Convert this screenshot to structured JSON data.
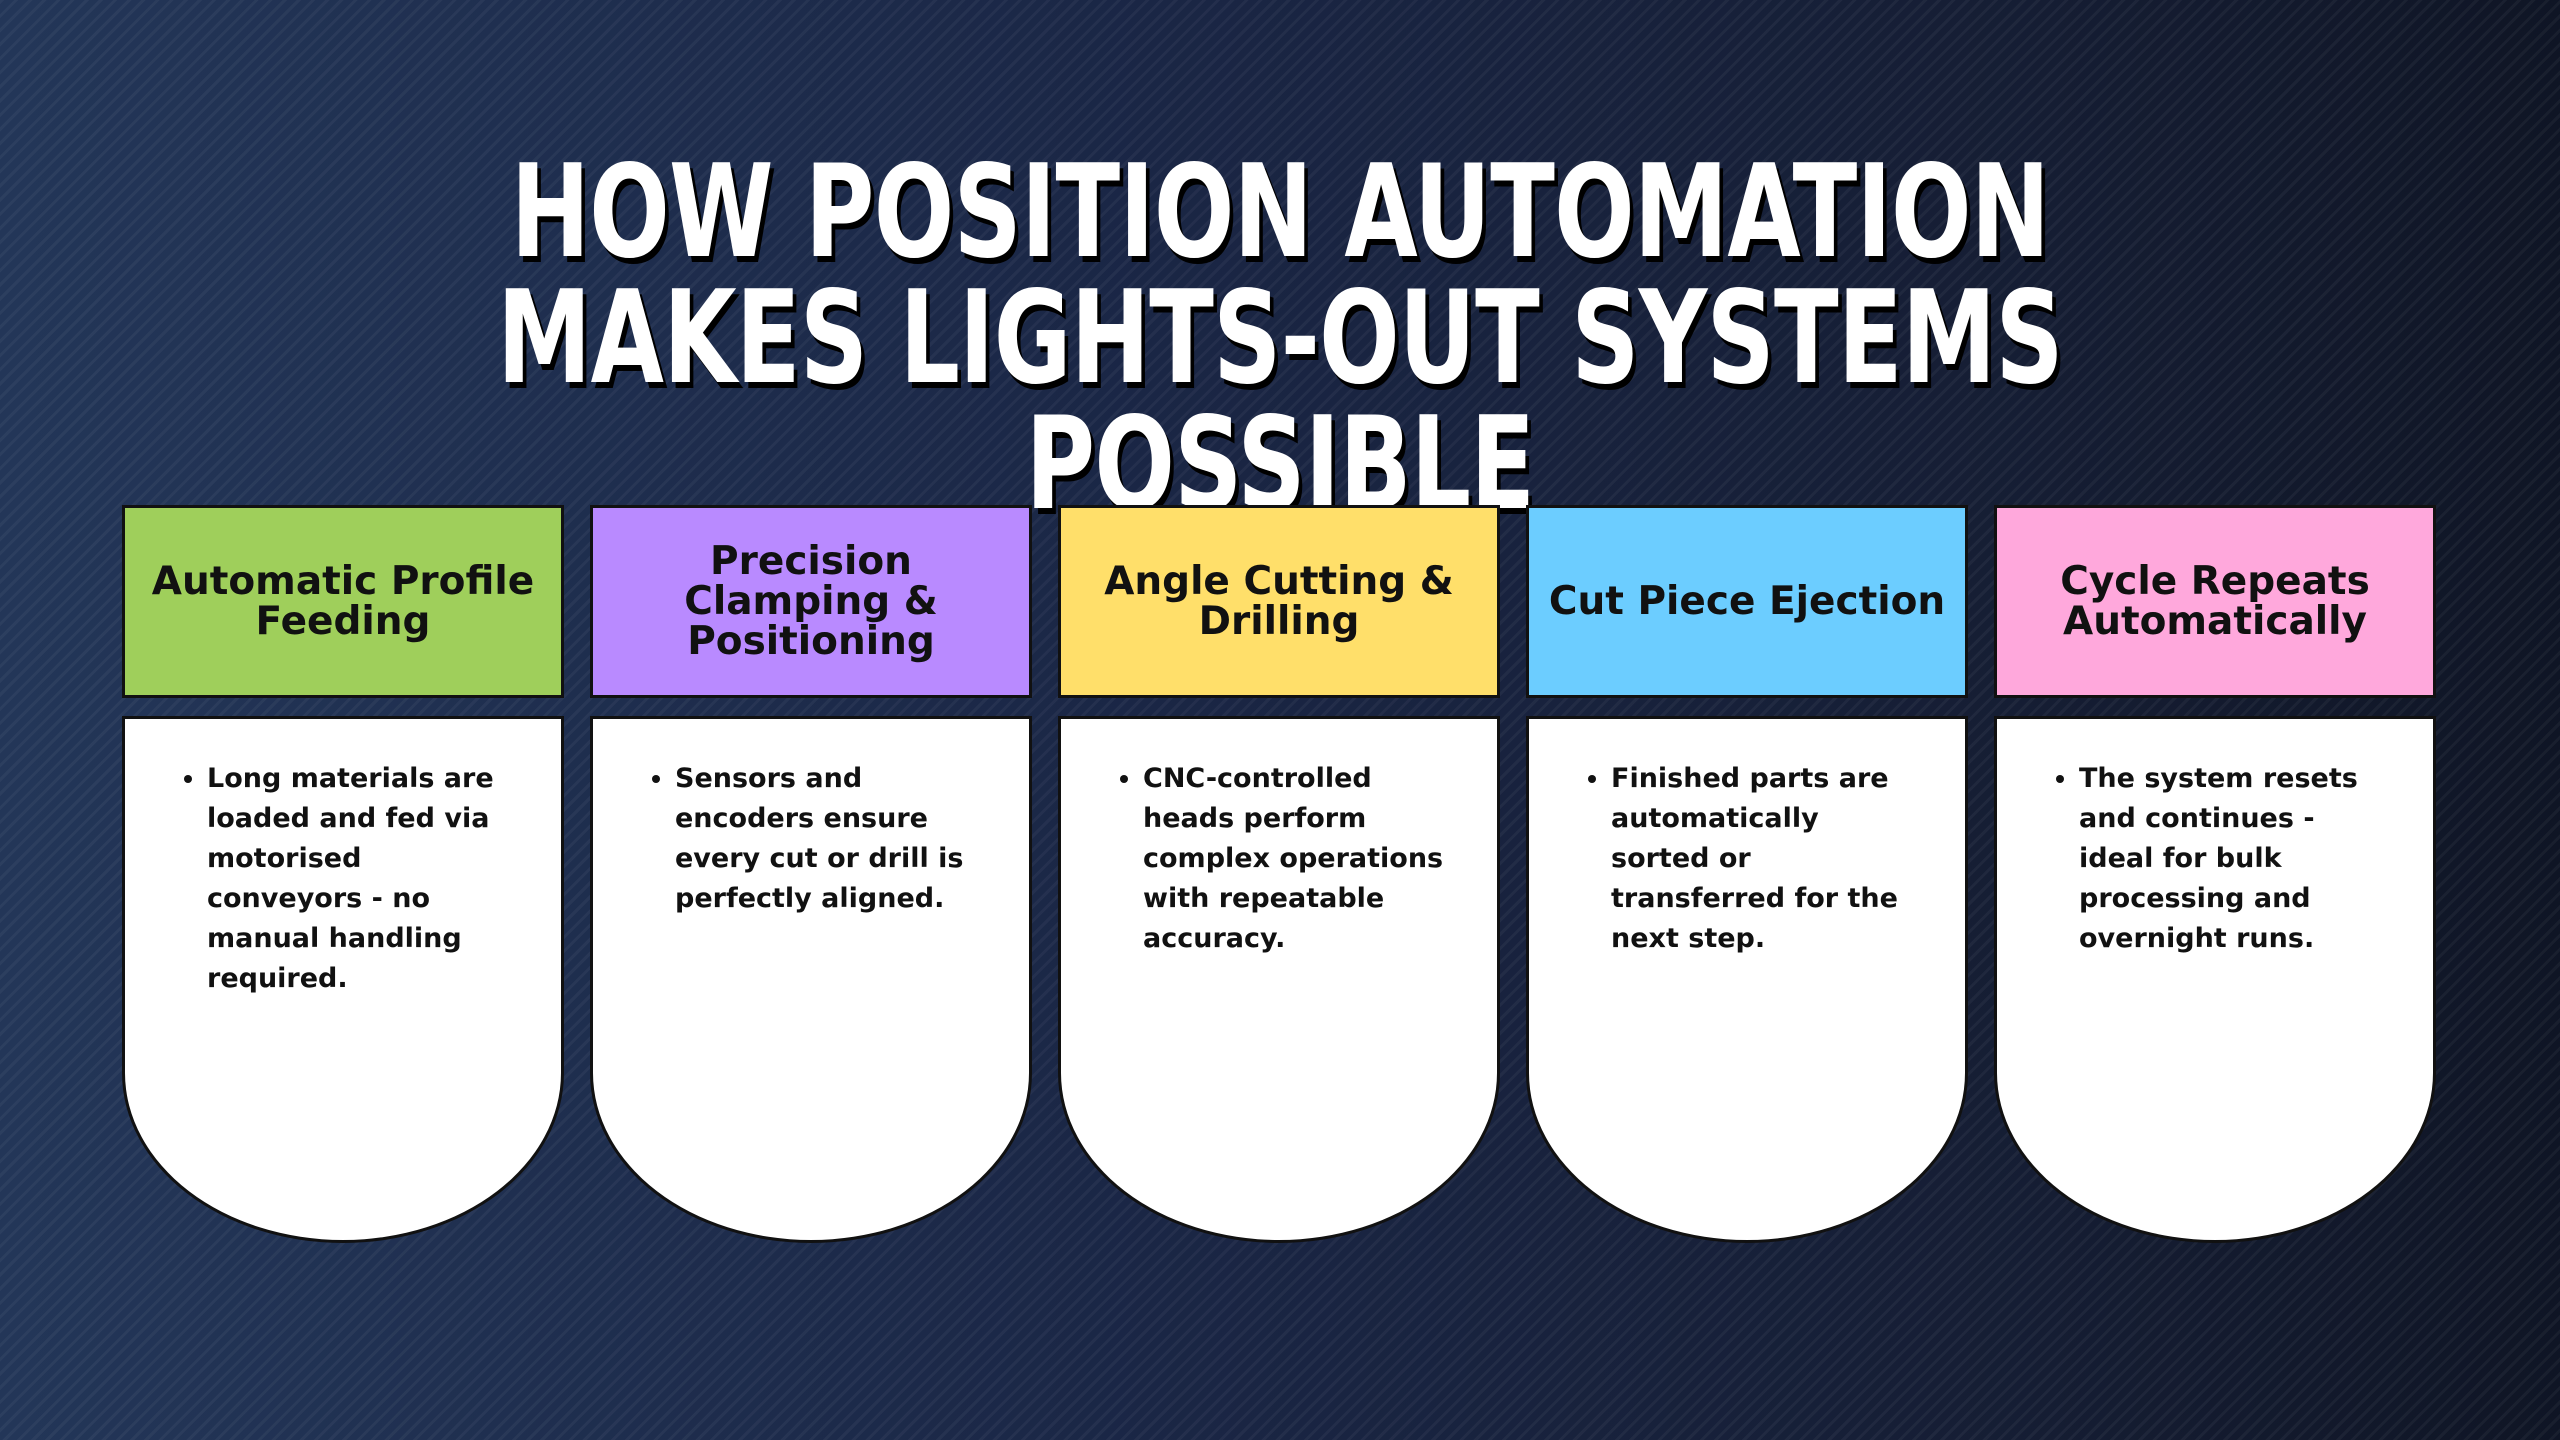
{
  "title": "HOW POSITION AUTOMATION MAKES LIGHTS-OUT SYSTEMS POSSIBLE",
  "colors": {
    "background": "#18213a",
    "title_text": "#ffffff",
    "card_body": "#ffffff",
    "card_border": "#111111"
  },
  "cards": [
    {
      "heading": "Automatic Profile Feeding",
      "color": "#9fcf5b",
      "bullet": "Long materials are loaded and fed via motorised conveyors - no manual handling required."
    },
    {
      "heading": "Precision Clamping & Positioning",
      "color": "#b98aff",
      "bullet": "Sensors and encoders ensure every cut or drill is perfectly aligned."
    },
    {
      "heading": "Angle Cutting & Drilling",
      "color": "#ffdf6a",
      "bullet": "CNC-controlled heads perform complex operations with repeatable accuracy."
    },
    {
      "heading": "Cut Piece Ejection",
      "color": "#6ccdff",
      "bullet": "Finished parts are automatically sorted or transferred for the next step."
    },
    {
      "heading": "Cycle Repeats Automatically",
      "color": "#ffa8dc",
      "bullet": "The system resets and continues - ideal for bulk processing and overnight runs."
    }
  ]
}
